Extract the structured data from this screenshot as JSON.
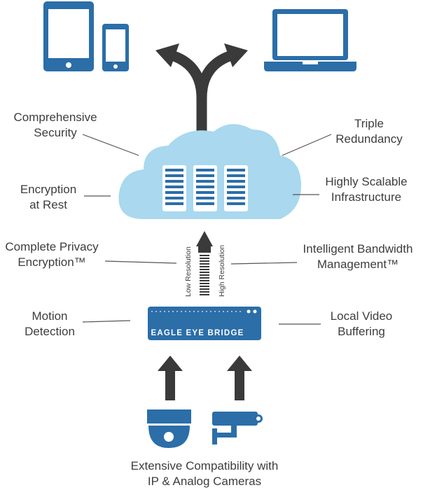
{
  "diagram": {
    "labels": {
      "comprehensive_security": [
        "Comprehensive",
        "Security"
      ],
      "triple_redundancy": [
        "Triple",
        "Redundancy"
      ],
      "encryption_at_rest": [
        "Encryption",
        "at Rest"
      ],
      "highly_scalable": [
        "Highly Scalable",
        "Infrastructure"
      ],
      "complete_privacy": [
        "Complete Privacy",
        "Encryption™"
      ],
      "intelligent_bandwidth": [
        "Intelligent Bandwidth",
        "Management™"
      ],
      "motion_detection": [
        "Motion",
        "Detection"
      ],
      "local_video": [
        "Local Video",
        "Buffering"
      ],
      "compatibility": [
        "Extensive Compatibility with",
        "IP & Analog Cameras"
      ]
    },
    "arrow_labels": {
      "low": "Low Resolution",
      "high": "High Resolution"
    },
    "bridge_label": "EAGLE EYE BRIDGE",
    "colors": {
      "brand_blue": "#2b6ea8",
      "cloud_blue": "#a9d8ef",
      "server_white": "#ffffff",
      "arrow_dark": "#3a3a3a",
      "line_gray": "#555555"
    },
    "icons": [
      "tablet-icon",
      "phone-icon",
      "laptop-icon",
      "cloud-icon",
      "dome-camera-icon",
      "bullet-camera-icon"
    ]
  }
}
